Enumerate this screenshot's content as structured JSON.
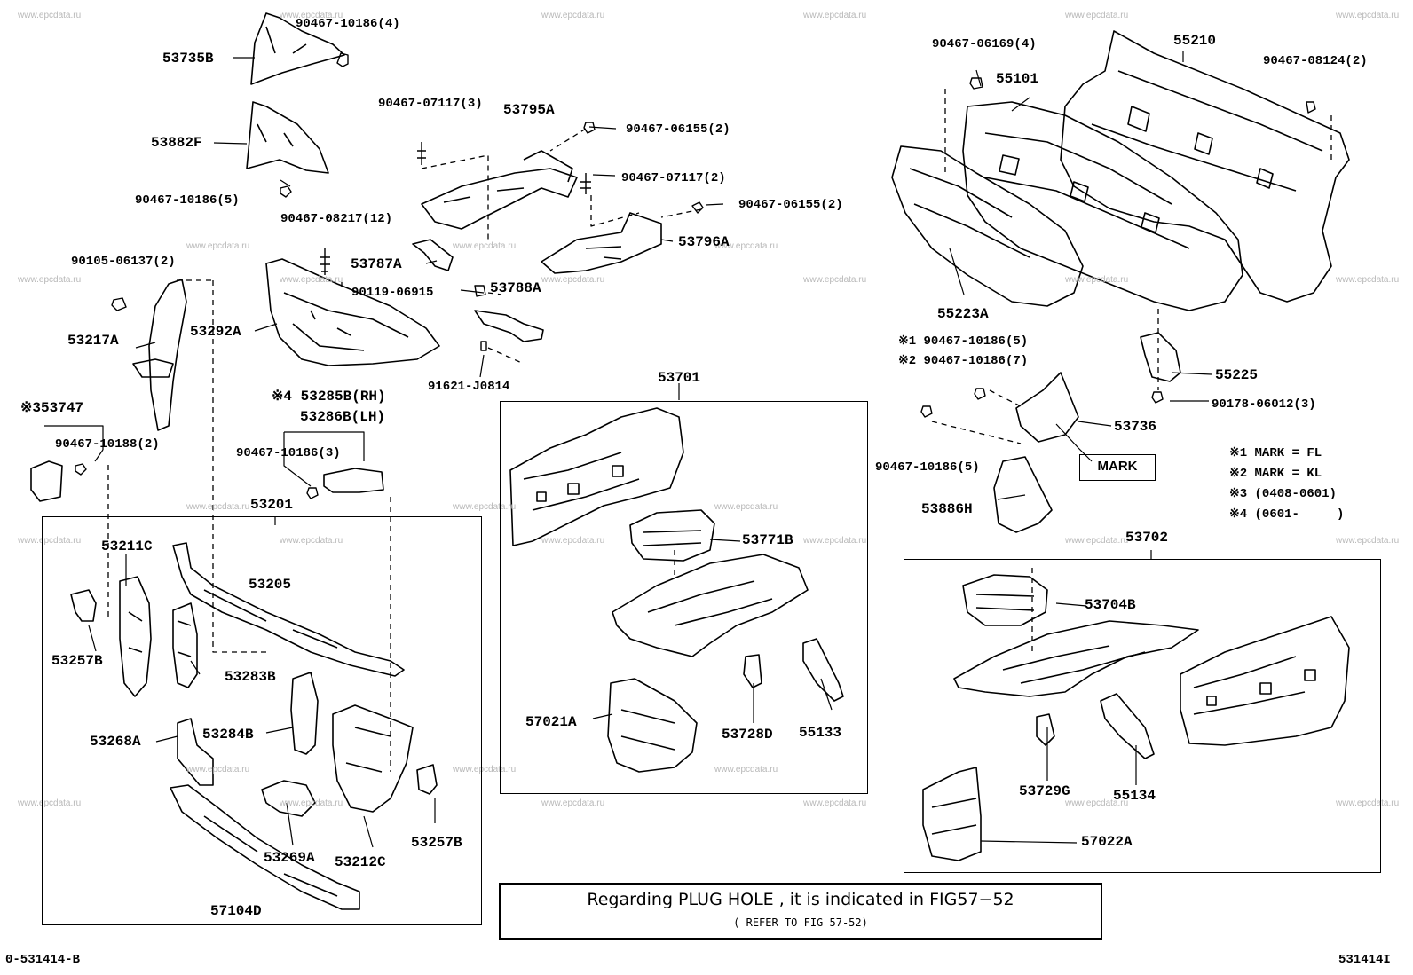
{
  "watermark": "www.epcdata.ru",
  "labels": {
    "p90467_10186_4": "90467-10186(4)",
    "p53735B": "53735B",
    "p53882F": "53882F",
    "p90467_10186_5a": "90467-10186(5)",
    "p90467_07117_3": "90467-07117(3)",
    "p53795A": "53795A",
    "p90467_06155_2a": "90467-06155(2)",
    "p90467_07117_2": "90467-07117(2)",
    "p90467_06155_2b": "90467-06155(2)",
    "p90467_08217_12": "90467-08217(12)",
    "p53787A": "53787A",
    "p53796A": "53796A",
    "p90105_06137_2": "90105-06137(2)",
    "p90119_06915": "90119-06915",
    "p53788A": "53788A",
    "p53217A": "53217A",
    "p53292A": "53292A",
    "p91621_J0814": "91621-J0814",
    "p53747": "※353747",
    "p53285B": "※4 53285B(RH)",
    "p53286B": "53286B(LH)",
    "p90467_10188_2": "90467-10188(2)",
    "p90467_10186_3": "90467-10186(3)",
    "p53201": "53201",
    "p53211C": "53211C",
    "p53205": "53205",
    "p53257Ba": "53257B",
    "p53283B": "53283B",
    "p53268A": "53268A",
    "p53284B": "53284B",
    "p53269A": "53269A",
    "p53212C": "53212C",
    "p53257Bb": "53257B",
    "p57104D": "57104D",
    "p53701": "53701",
    "p53771B": "53771B",
    "p57021A": "57021A",
    "p53728D": "53728D",
    "p55133": "55133",
    "p90467_06169_4": "90467-06169(4)",
    "p55210": "55210",
    "p90467_08124_2": "90467-08124(2)",
    "p55101": "55101",
    "p55223A": "55223A",
    "p90467_10186_5b": "※1 90467-10186(5)",
    "p90467_10186_7": "※2 90467-10186(7)",
    "p55225": "55225",
    "p90178_06012_3": "90178-06012(3)",
    "p53736": "53736",
    "p90467_10186_5c": "90467-10186(5)",
    "p53886H": "53886H",
    "p53702": "53702",
    "p53704B": "53704B",
    "p53729G": "53729G",
    "p55134": "55134",
    "p57022A": "57022A"
  },
  "mark_box": "MARK",
  "legend": [
    "※1 MARK = FL",
    "※2 MARK = KL",
    "※3 (0408-0601)",
    "※4 (0601-     )"
  ],
  "note": {
    "main": "Regarding  PLUG HOLE , it is indicated in FIG57−52",
    "sub": "( REFER TO FIG 57-52)"
  },
  "footer": {
    "left": "0-531414-B",
    "right": "531414I"
  }
}
